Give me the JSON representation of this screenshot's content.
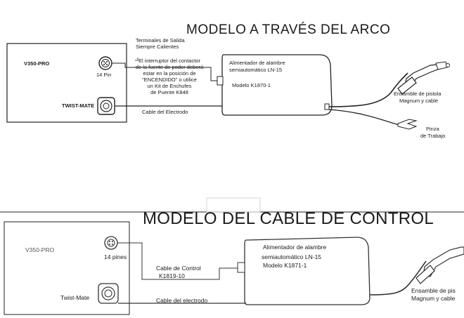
{
  "top": {
    "title": "MODELO A TRAVÉS DEL ARCO",
    "machine_label": "V350-PRO",
    "pin_label": "14 Pin",
    "twist_label": "TWIST-MATE",
    "terminals_line1": "Terminales de Salida",
    "terminals_line2": "Siempre Calientes",
    "note_lines": [
      "El interruptor del contactor",
      "de la fuente de poder deberá",
      "estar en la posición de",
      "\"ENCENDIDO\" o utilice",
      "un Kit de Enchufes",
      "de Puente K848"
    ],
    "feeder_line1": "Alimentador de alambre",
    "feeder_line2": "semiautomático LN-15",
    "feeder_model": "Modelo K1870-1",
    "electrode_cable": "Cable del Electrodo",
    "gun_line1": "Ensamble de pistola",
    "gun_line2": "Magnum y cable",
    "clamp_line1": "Pinza",
    "clamp_line2": "de Trabajo"
  },
  "bottom": {
    "title": "MODELO DEL CABLE DE CONTROL",
    "machine_label": "V350-PRO",
    "pin_label": "14 pines",
    "twist_label": "Twist-Mate",
    "control_line1": "Cable de Control",
    "control_line2": "K1819-10",
    "electrode_cable": "Cable del electrodo",
    "feeder_line1": "Alimentador de alambre",
    "feeder_line2": "semiautomático LN-15",
    "feeder_model": "Modelo K1871-1",
    "gun_line1": "Ensamble de pis",
    "gun_line2": "Magnum y cable"
  }
}
